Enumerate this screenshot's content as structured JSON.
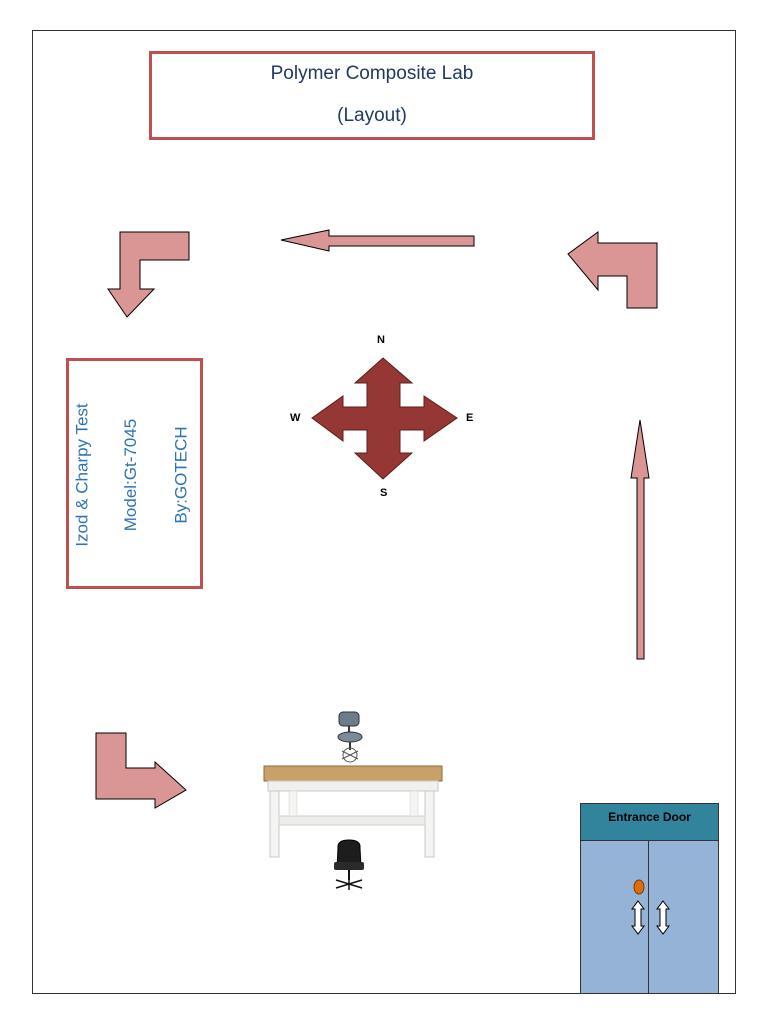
{
  "title": {
    "line1": "Polymer Composite Lab",
    "line2": "(Layout)"
  },
  "machine": {
    "name": "Izod & Charpy Test",
    "model": "Model:Gt-7045",
    "maker": "By:GOTECH"
  },
  "compass": {
    "north": "N",
    "south": "S",
    "east": "E",
    "west": "W"
  },
  "door": {
    "label": "Entrance Door"
  },
  "colors": {
    "arrow_fill": "#d99694",
    "compass_fill": "#953735",
    "box_border": "#c0504d",
    "door_panel": "#95b3d7",
    "door_header": "#31849b",
    "door_knob": "#e36c09"
  },
  "icons": [
    "flow-arrow",
    "compass-rose",
    "table",
    "chair-icon",
    "door-knob-icon",
    "double-arrow-icon"
  ]
}
